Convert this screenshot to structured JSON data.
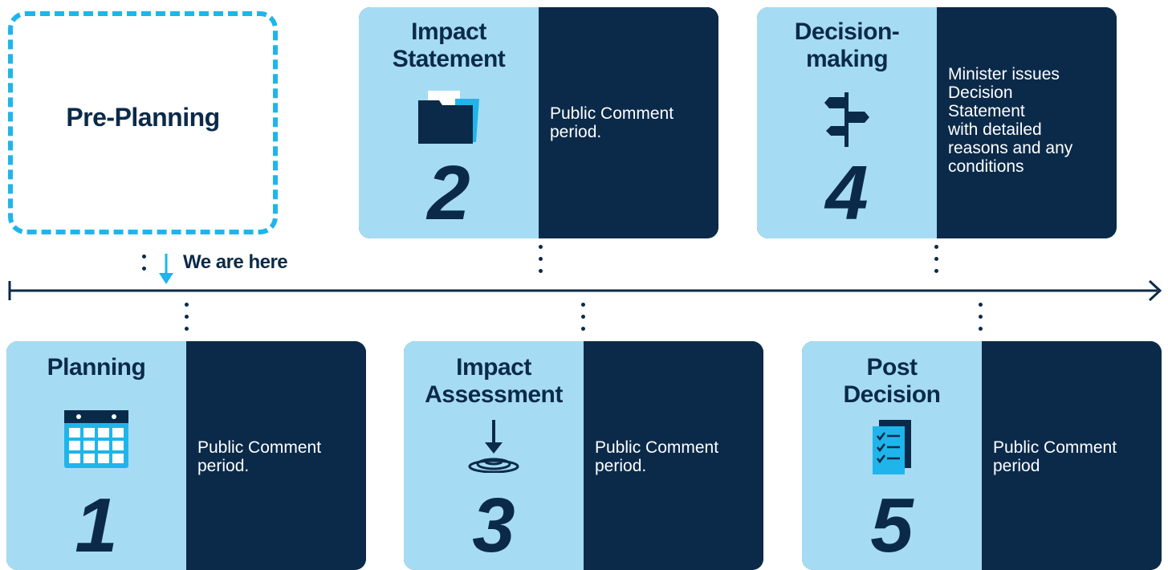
{
  "colors": {
    "navy": "#0b2a4a",
    "light_blue": "#a6dcf3",
    "accent": "#1fb5ea"
  },
  "pre_planning": {
    "title": "Pre-Planning"
  },
  "marker": {
    "label": "We are here"
  },
  "stages": [
    {
      "number": "1",
      "title": "Planning",
      "description": "Public Comment\nperiod.",
      "icon": "calendar-icon"
    },
    {
      "number": "2",
      "title": "Impact\nStatement",
      "description": "Public Comment\nperiod.",
      "icon": "folder-icon"
    },
    {
      "number": "3",
      "title": "Impact\nAssessment",
      "description": "Public Comment\nperiod.",
      "icon": "water-drop-arrow-icon"
    },
    {
      "number": "4",
      "title": "Decision-\nmaking",
      "description": "Minister issues\nDecision\nStatement\nwith detailed\nreasons and any\nconditions",
      "icon": "signpost-icon"
    },
    {
      "number": "5",
      "title": "Post\nDecision",
      "description": "Public Comment\nperiod",
      "icon": "checklist-icon"
    }
  ]
}
